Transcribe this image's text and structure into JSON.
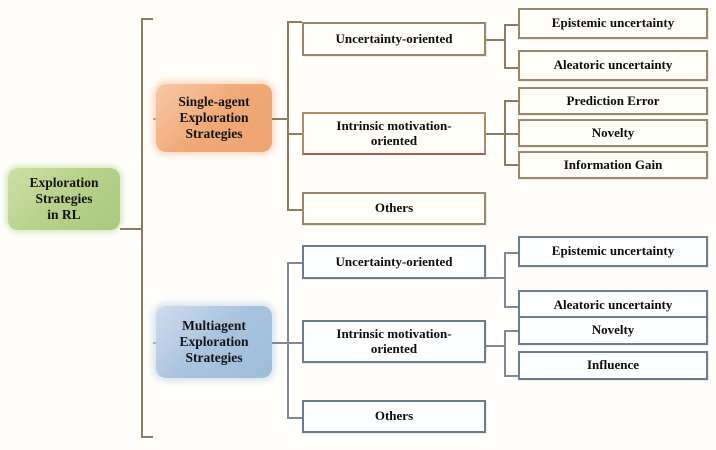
{
  "diagram": {
    "title": "Exploration Strategies in RL taxonomy",
    "colors": {
      "root_fill": "#b8d28c",
      "single_agent_fill": "#f0a977",
      "multiagent_fill": "#a8c3de",
      "warm_border": "#9e8569",
      "cool_border": "#6d7d90",
      "page_background": "#fffefa"
    },
    "root": {
      "label": "Exploration Strategies in RL",
      "line1": "Exploration",
      "line2": "Strategies",
      "line3": "in RL"
    },
    "branches": [
      {
        "id": "single-agent",
        "line1": "Single-agent",
        "line2": "Exploration",
        "line3": "Strategies",
        "categories": [
          {
            "id": "uncertainty-oriented",
            "label": "Uncertainty-oriented",
            "leaves": [
              {
                "id": "epistemic-uncertainty",
                "label": "Epistemic uncertainty"
              },
              {
                "id": "aleatoric-uncertainty",
                "label": "Aleatoric uncertainty"
              }
            ]
          },
          {
            "id": "intrinsic-motivation-oriented",
            "line1": "Intrinsic motivation-",
            "line2": "oriented",
            "leaves": [
              {
                "id": "prediction-error",
                "label": "Prediction Error"
              },
              {
                "id": "novelty",
                "label": "Novelty"
              },
              {
                "id": "information-gain",
                "label": "Information Gain"
              }
            ]
          },
          {
            "id": "others",
            "label": "Others",
            "leaves": []
          }
        ]
      },
      {
        "id": "multiagent",
        "line1": "Multiagent",
        "line2": "Exploration",
        "line3": "Strategies",
        "categories": [
          {
            "id": "uncertainty-oriented",
            "label": "Uncertainty-oriented",
            "leaves": [
              {
                "id": "epistemic-uncertainty",
                "label": "Epistemic uncertainty"
              },
              {
                "id": "aleatoric-uncertainty",
                "label": "Aleatoric uncertainty"
              }
            ]
          },
          {
            "id": "intrinsic-motivation-oriented",
            "line1": "Intrinsic motivation-",
            "line2": "oriented",
            "leaves": [
              {
                "id": "novelty",
                "label": "Novelty"
              },
              {
                "id": "influence",
                "label": "Influence"
              }
            ]
          },
          {
            "id": "others",
            "label": "Others",
            "leaves": []
          }
        ]
      }
    ]
  }
}
